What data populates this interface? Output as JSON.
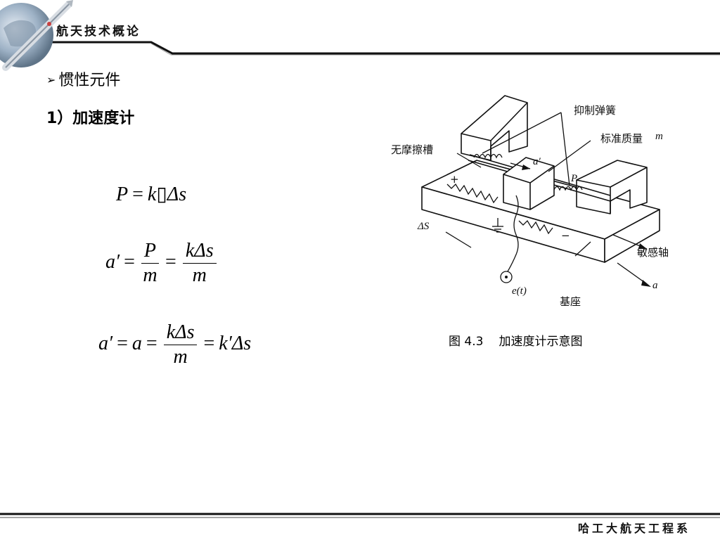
{
  "header": {
    "course_title": "航天技术概论"
  },
  "content": {
    "bullet": "惯性元件",
    "section": "1）加速度计"
  },
  "equations": {
    "eq1": {
      "P": "P",
      "eq": "=",
      "k": "k",
      "sep": "▯",
      "ds": "Δs"
    },
    "eq2": {
      "lhs": "a′",
      "num1": "P",
      "den1": "m",
      "num2": "kΔs",
      "den2": "m"
    },
    "eq3": {
      "lhs": "a′",
      "a": "a",
      "num": "kΔs",
      "den": "m",
      "rhs": "k′Δs"
    }
  },
  "figure": {
    "labels": {
      "suppress_spring": "抑制弹簧",
      "frictionless_groove": "无摩擦槽",
      "standard_mass": "标准质量",
      "mass_symbol": "m",
      "a_prime": "a′",
      "p_force": "P",
      "plus": "+",
      "minus": "−",
      "delta_s": "ΔS",
      "sensitive_axis": "敏感轴",
      "signal": "e(t)",
      "base": "基座",
      "accel": "a"
    },
    "caption_number": "图 4.3",
    "caption_text": "加速度计示意图"
  },
  "footer": {
    "org": "哈工大航天工程系"
  }
}
